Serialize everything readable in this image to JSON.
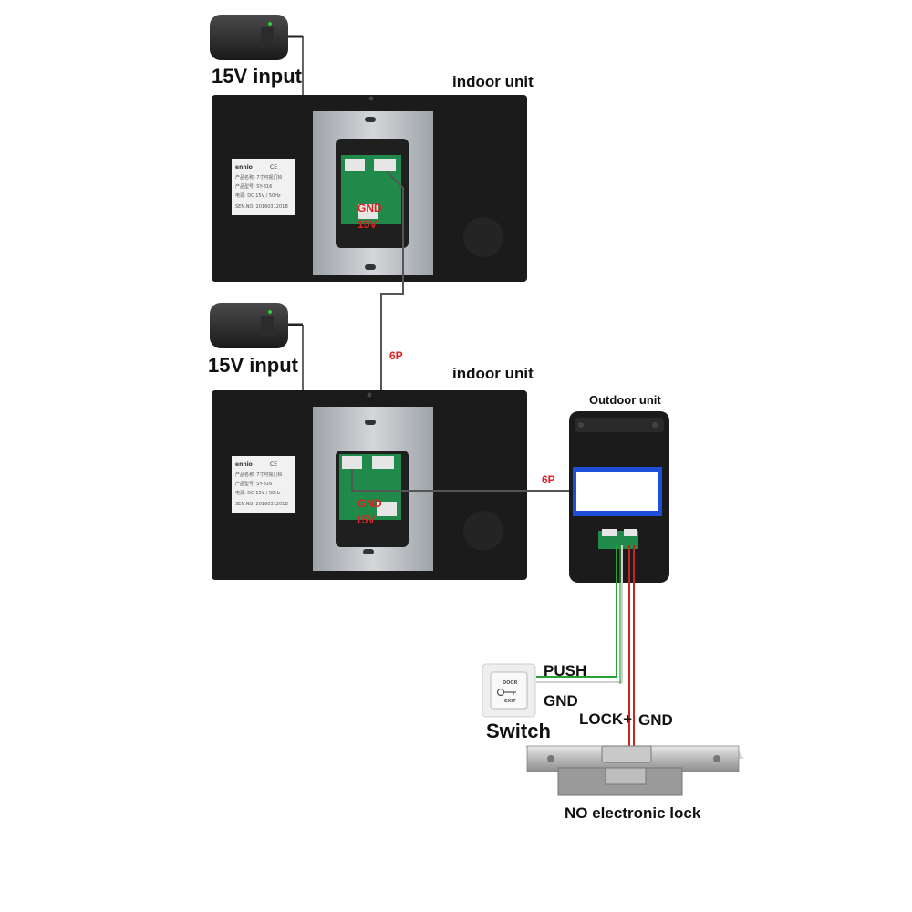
{
  "labels": {
    "power_input_1": "15V input",
    "power_input_2": "15V input",
    "indoor_unit_1": "indoor unit",
    "indoor_unit_2": "indoor unit",
    "outdoor_unit": "Outdoor unit",
    "cable_6p_1": "6P",
    "cable_6p_2": "6P",
    "gnd_terminal_1": "GND",
    "v15_terminal_1": "15V",
    "gnd_terminal_2": "GND",
    "v15_terminal_2": "15V",
    "push": "PUSH",
    "switch_gnd": "GND",
    "lock_plus": "LOCK+",
    "lock_gnd": "GND",
    "switch": "Switch",
    "lock": "NO electronic lock"
  },
  "sticker": {
    "brand": "ennio",
    "marks": "CE",
    "name_line": "产品名称: 7寸可视门铃",
    "model_line": "产品型号: SY-816",
    "power_line": "电源: DC 15V / 50Hz",
    "serial_line": "SEN.NO: 2016031201B"
  },
  "exit_button": {
    "top": "DOOR",
    "bottom": "EXIT"
  },
  "colors": {
    "device_body": "#1b1b1b",
    "mount_plate": "#b9bdc2",
    "pcb": "#1f8a4a",
    "wire": "#555555",
    "label_red": "#d22222",
    "outdoor_blue": "#1e4fd8",
    "wire_green": "#2aa23a",
    "wire_red": "#cc2222"
  }
}
